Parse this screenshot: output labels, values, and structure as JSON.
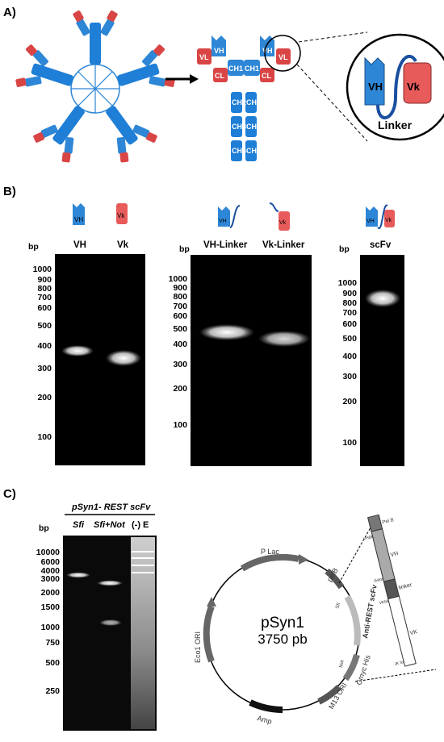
{
  "panels": {
    "a": {
      "label": "A)",
      "domains": [
        "VH",
        "VL",
        "CL",
        "CH1",
        "CH2",
        "CH3",
        "CH4",
        "VH",
        "Vk",
        "Linker"
      ]
    },
    "b": {
      "label": "B)",
      "bp_unit": "bp",
      "gel1": {
        "lanes": [
          "VH",
          "Vk"
        ],
        "ladder": [
          "1000",
          "900",
          "800",
          "700",
          "600",
          "500",
          "400",
          "300",
          "200",
          "100"
        ]
      },
      "gel2": {
        "lanes": [
          "VH-Linker",
          "Vk-Linker"
        ],
        "ladder": [
          "1000",
          "900",
          "800",
          "700",
          "600",
          "500",
          "400",
          "300",
          "200",
          "100"
        ]
      },
      "gel3": {
        "lanes": [
          "scFv"
        ],
        "ladder": [
          "1000",
          "900",
          "800",
          "700",
          "600",
          "500",
          "400",
          "300",
          "200",
          "100"
        ]
      }
    },
    "c": {
      "label": "C)",
      "title": "pSyn1- REST scFv",
      "bp_unit": "bp",
      "lanes": [
        "Sfi",
        "Sfi+Not",
        "(-) E"
      ],
      "ladder": [
        "10000",
        "6000",
        "4000",
        "3000",
        "2000",
        "1500",
        "1000",
        "750",
        "500",
        "250"
      ],
      "plasmid": {
        "name": "pSyn1",
        "size": "3750 pb",
        "features": [
          "P Lac",
          "pelB",
          "Anti-REST scFv",
          "Cmyc His",
          "M13 ORI",
          "Amp",
          "Eco1 ORI",
          "Sfi",
          "Not"
        ],
        "insert": [
          "Pel B",
          "VH",
          "linker",
          "VK",
          "VHBK",
          "JHfor",
          "VKbk",
          "JK for"
        ]
      }
    }
  }
}
